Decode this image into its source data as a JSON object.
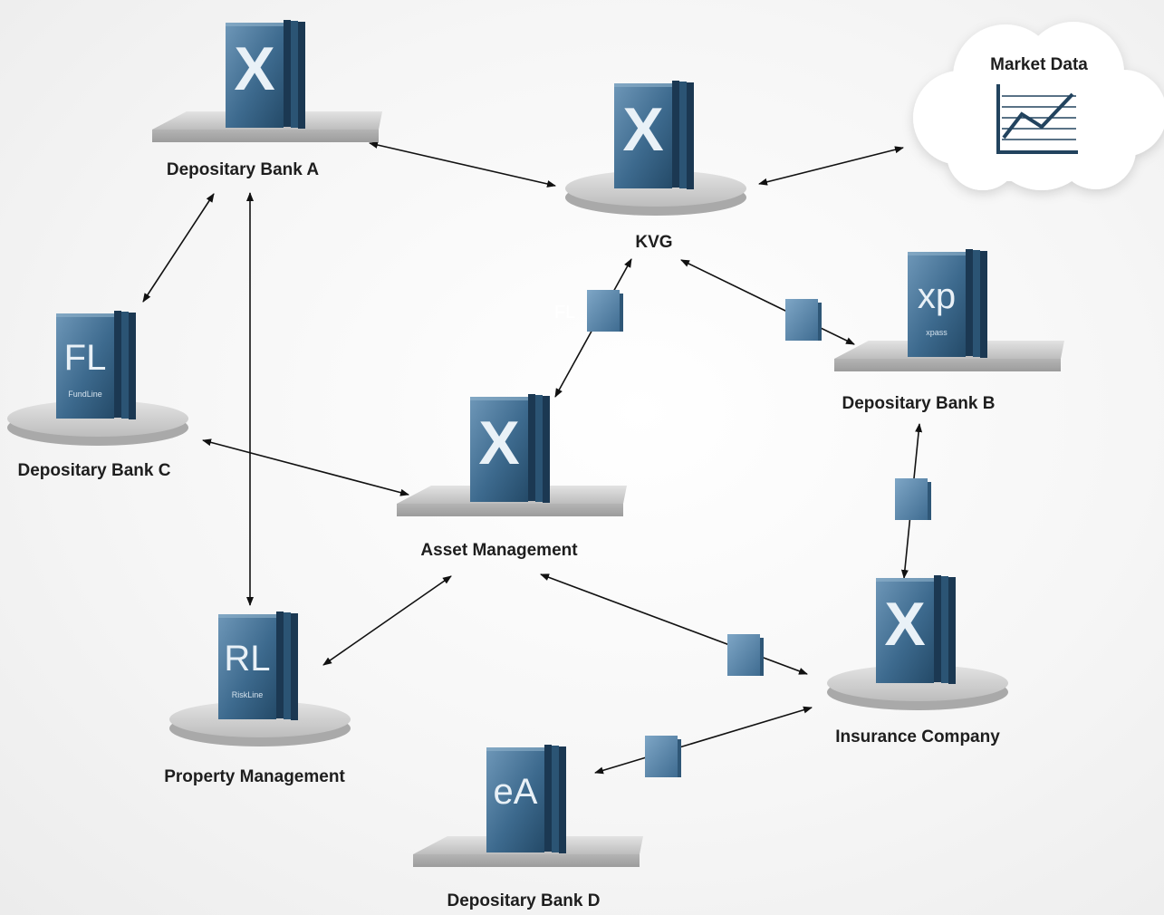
{
  "nodes": {
    "depositary_bank_a": {
      "label": "Depositary Bank A",
      "logo": "X"
    },
    "kvg": {
      "label": "KVG",
      "logo": "X"
    },
    "depositary_bank_b": {
      "label": "Depositary Bank B",
      "logo": "xp",
      "sublabel": "xpass"
    },
    "depositary_bank_c": {
      "label": "Depositary Bank C",
      "logo": "FL",
      "sublabel": "FundLine"
    },
    "asset_management": {
      "label": "Asset Management",
      "logo": "X"
    },
    "property_management": {
      "label": "Property Management",
      "logo": "RL",
      "sublabel": "RiskLine"
    },
    "insurance_company": {
      "label": "Insurance Company",
      "logo": "X"
    },
    "depositary_bank_d": {
      "label": "Depositary Bank D",
      "logo": "eA"
    }
  },
  "market_data": {
    "label": "Market Data",
    "icon": "line-chart-icon"
  },
  "connector_tag": "FL",
  "colors": {
    "server_dark": "#22435e",
    "server_light": "#5d87aa",
    "platform": "#c9c9c9",
    "block": "#4f7ea6",
    "arrow": "#111111"
  }
}
